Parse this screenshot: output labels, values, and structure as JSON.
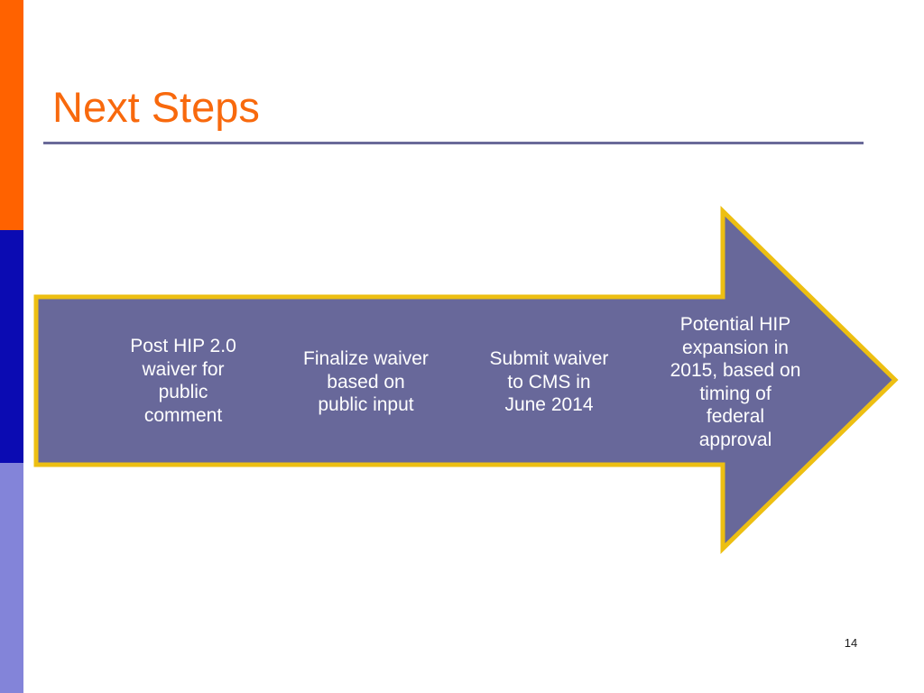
{
  "slide": {
    "title": "Next Steps",
    "page_number": "14"
  },
  "theme": {
    "title_color": "#F8690D",
    "rule_color": "#6A6A99",
    "sidebar_top_color": "#FF6200",
    "sidebar_middle_color": "#0B0BB2",
    "sidebar_bottom_color": "#8384D9"
  },
  "arrow": {
    "fill": "#68689A",
    "border": "#EDBF12",
    "text_color": "#FFFFFF",
    "steps": [
      {
        "label": "Post HIP 2.0 waiver for public comment",
        "lines": [
          "Post HIP 2.0",
          "waiver for",
          "public",
          "comment"
        ]
      },
      {
        "label": "Finalize waiver based on public input",
        "lines": [
          "Finalize waiver",
          "based on",
          "public input"
        ]
      },
      {
        "label": "Submit waiver to CMS in June 2014",
        "lines": [
          "Submit waiver",
          "to CMS in",
          "June 2014"
        ]
      },
      {
        "label": "Potential HIP expansion in 2015, based on timing of federal approval",
        "lines": [
          "Potential HIP",
          "expansion in",
          "2015, based on",
          "timing of",
          "federal",
          "approval"
        ]
      }
    ]
  }
}
